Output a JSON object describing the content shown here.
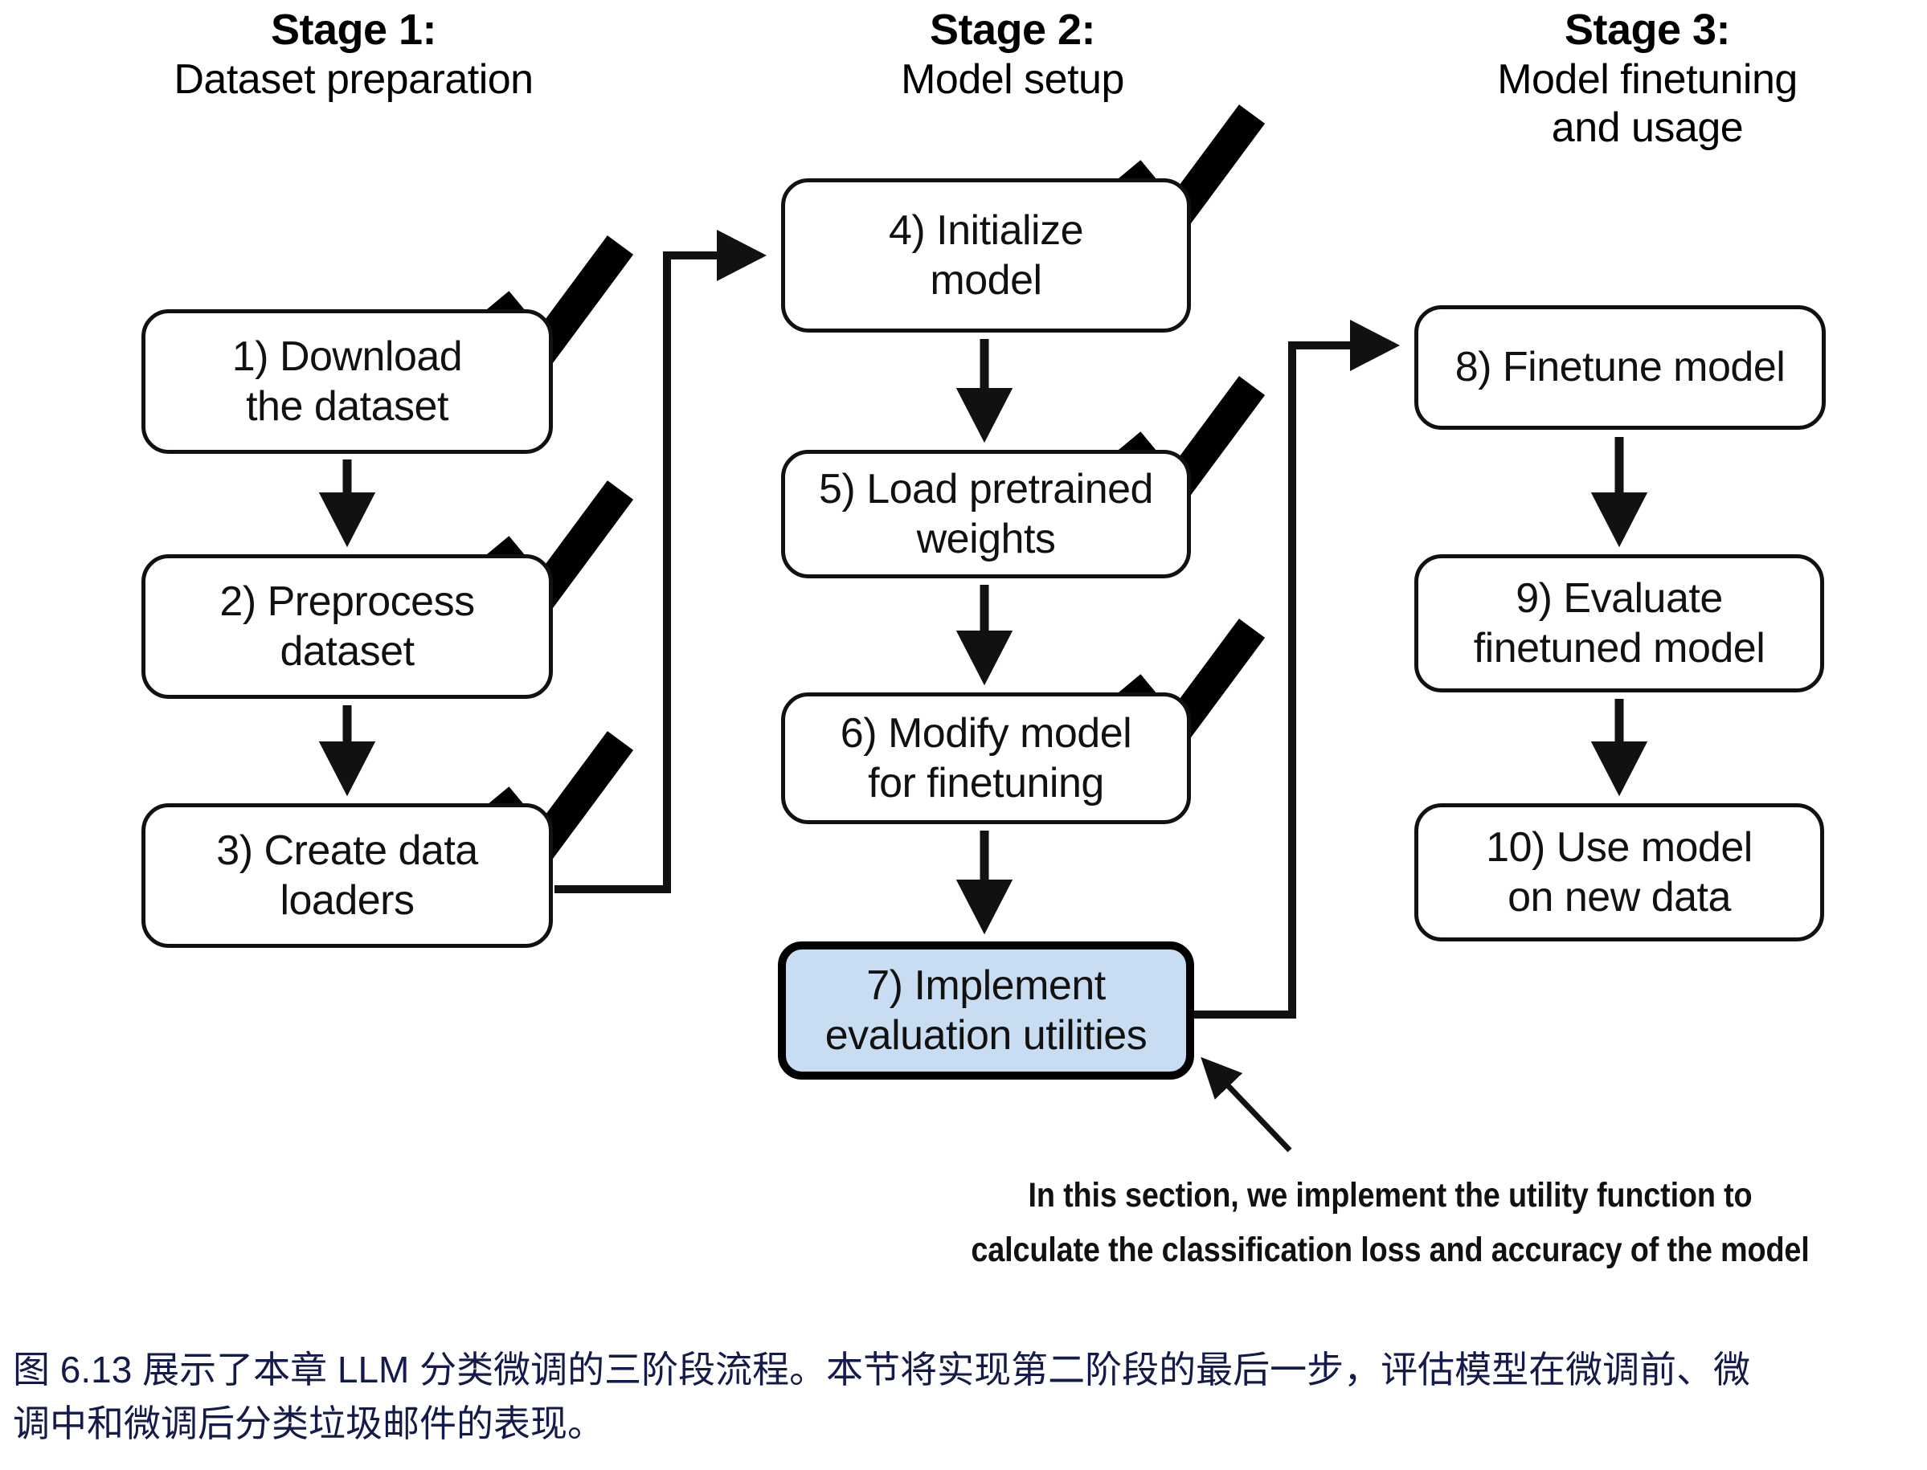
{
  "stages": [
    {
      "title": "Stage 1:",
      "subtitle": "Dataset preparation"
    },
    {
      "title": "Stage 2:",
      "subtitle": "Model setup"
    },
    {
      "title": "Stage 3:",
      "subtitle": "Model finetuning\nand usage"
    }
  ],
  "stage3_sub_line1": "Model finetuning",
  "stage3_sub_line2": "and usage",
  "nodes": {
    "n1": {
      "line1": "1) Download",
      "line2": "the dataset",
      "checked": true,
      "highlight": false
    },
    "n2": {
      "line1": "2) Preprocess",
      "line2": "dataset",
      "checked": true,
      "highlight": false
    },
    "n3": {
      "line1": "3) Create data",
      "line2": "loaders",
      "checked": true,
      "highlight": false
    },
    "n4": {
      "line1": "4) Initialize",
      "line2": "model",
      "checked": true,
      "highlight": false
    },
    "n5": {
      "line1": "5) Load pretrained",
      "line2": "weights",
      "checked": true,
      "highlight": false
    },
    "n6": {
      "line1": "6) Modify model",
      "line2": "for finetuning",
      "checked": true,
      "highlight": false
    },
    "n7": {
      "line1": "7) Implement",
      "line2": "evaluation utilities",
      "checked": false,
      "highlight": true
    },
    "n8": {
      "line1": "8) Finetune model",
      "line2": "",
      "checked": false,
      "highlight": false
    },
    "n9": {
      "line1": "9) Evaluate",
      "line2": "finetuned model",
      "checked": false,
      "highlight": false
    },
    "n10": {
      "line1": "10) Use model",
      "line2": "on new data",
      "checked": false,
      "highlight": false
    }
  },
  "annotation": {
    "line1": "In this section, we implement the utility function to",
    "line2": "calculate the classification loss and accuracy of the model"
  },
  "caption": {
    "line1": "图 6.13 展示了本章 LLM 分类微调的三阶段流程。本节将实现第二阶段的最后一步，评估模型在微调前、微",
    "line2": "调中和微调后分类垃圾邮件的表现。"
  },
  "colors": {
    "highlight_fill": "#c9ddf2",
    "stroke": "#111111",
    "caption_text": "#141a4a",
    "background": "#ffffff"
  }
}
